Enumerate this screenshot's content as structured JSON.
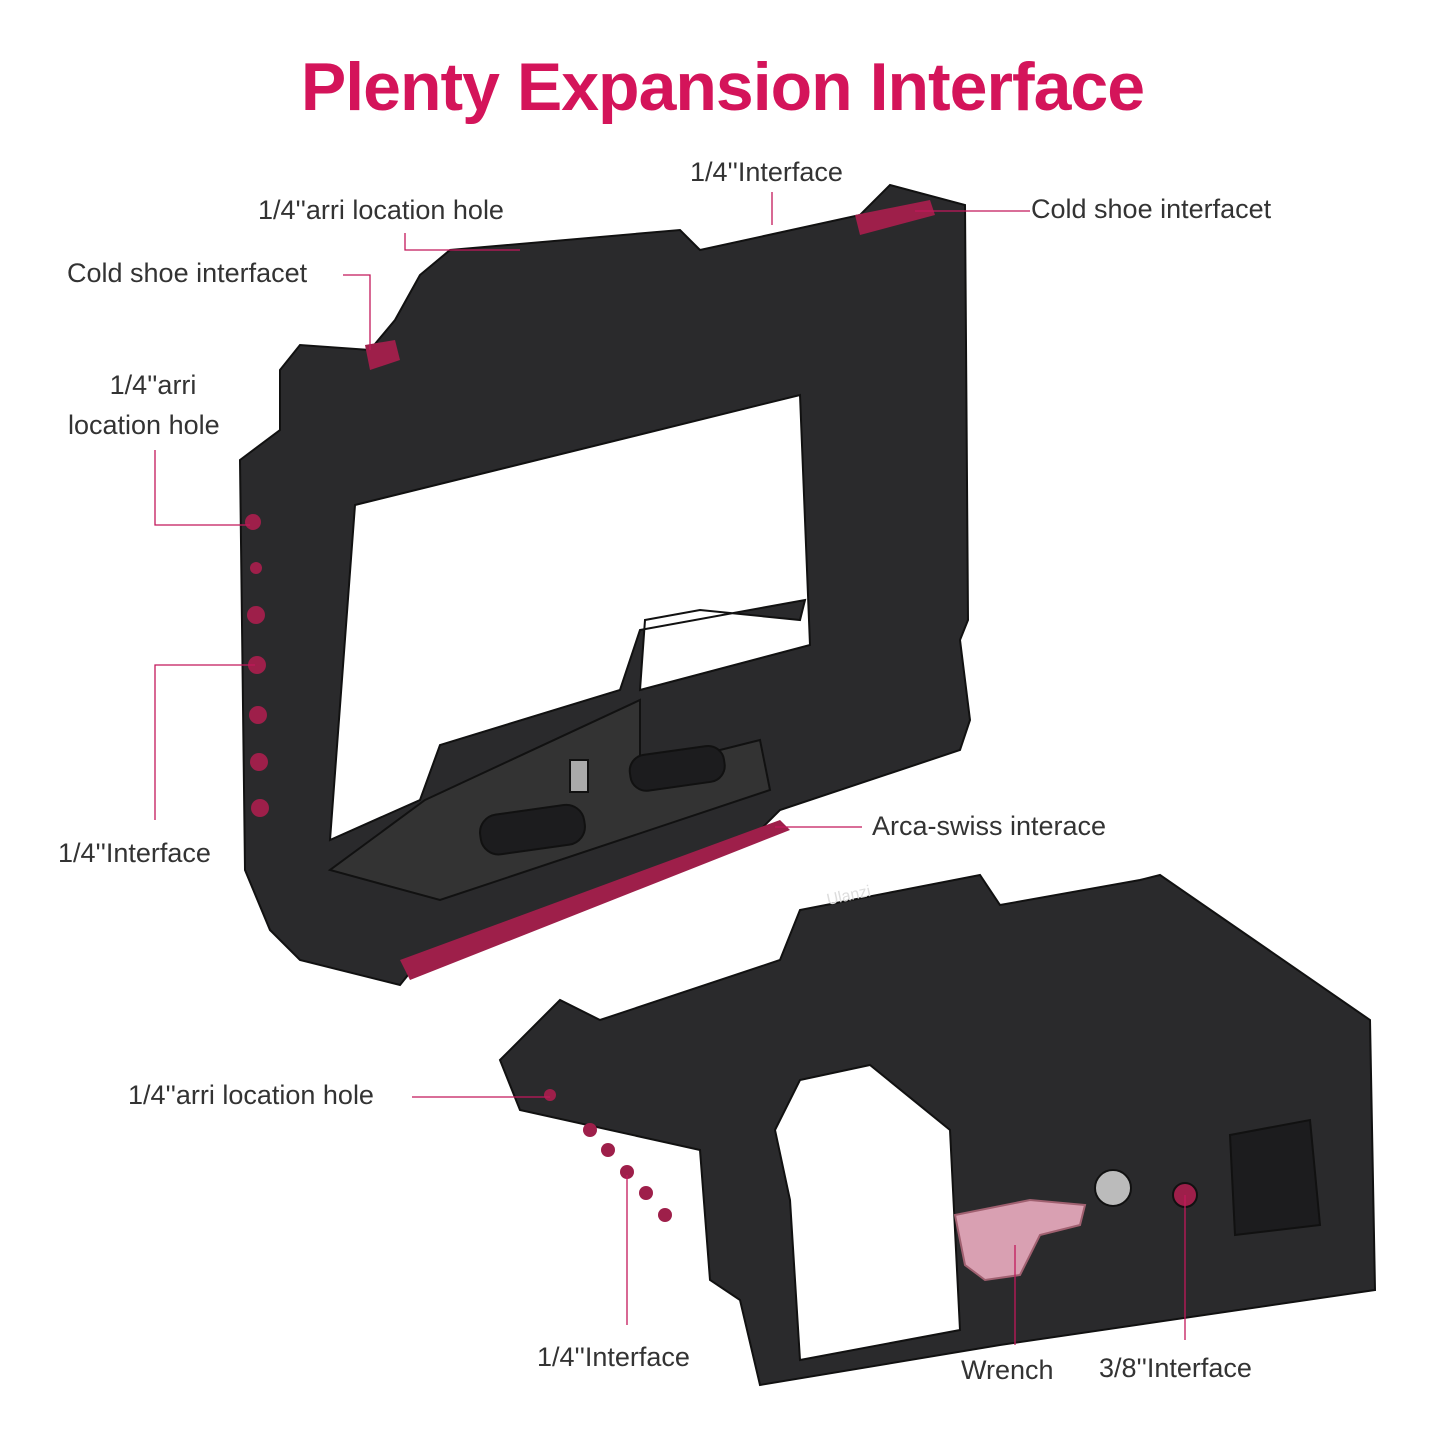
{
  "title": "Plenty Expansion Interface",
  "labels": {
    "top_quarter_interface": "1/4''Interface",
    "top_arri_hole": "1/4''arri location hole",
    "right_cold_shoe": "Cold shoe interfacet",
    "left_cold_shoe": "Cold shoe interfacet",
    "left_arri_line1": "1/4''arri",
    "left_arri_line2": "location hole",
    "left_quarter_interface": "1/4''Interface",
    "arca_swiss": "Arca-swiss interace",
    "bottom_arri_hole": "1/4''arri location hole",
    "bottom_quarter_interface": "1/4''Interface",
    "wrench": "Wrench",
    "three_eighths_interface": "3/8''Interface"
  },
  "brand_mark": "Ulanzi",
  "colors": {
    "accent": "#d4145a",
    "leader_line": "#c2185b",
    "cage": "#2a2a2c",
    "highlight": "#9e1f4a",
    "wrench": "#d9a0b2"
  }
}
